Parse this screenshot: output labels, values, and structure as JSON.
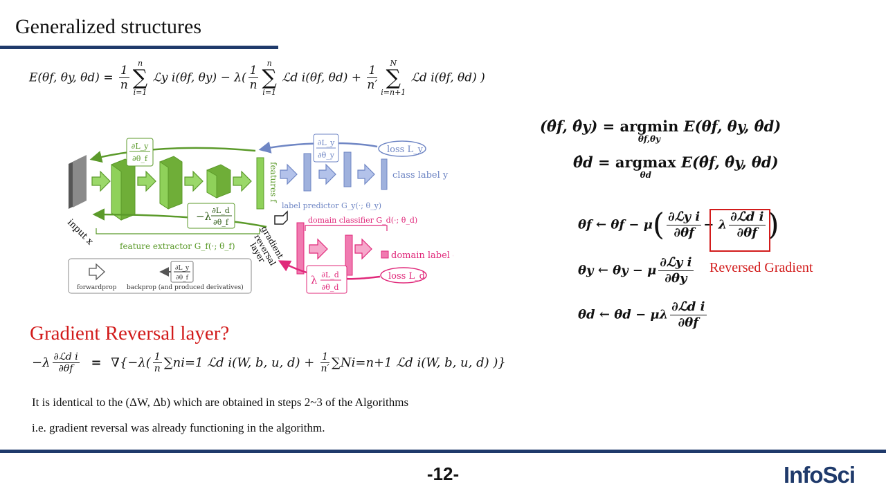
{
  "slide": {
    "title": "Generalized structures",
    "page_number": "-12-",
    "logo_text": "InfoSci",
    "accent_color": "#1f3a6b",
    "highlight_color": "#d21b1b"
  },
  "energy_eq": {
    "lhs": "E(θf, θy, θd) =",
    "t1_num": "1",
    "t1_den": "n",
    "t1_top": "n",
    "t1_bot": "i=1",
    "t1_term": "ℒy i(θf, θy)",
    "minus_lambda": "− λ(",
    "t2_num": "1",
    "t2_den": "n",
    "t2_top": "n",
    "t2_bot": "i=1",
    "t2_term": "ℒd i(θf, θd)",
    "plus": "+",
    "t3_num": "1",
    "t3_den": "n′",
    "t3_top": "N",
    "t3_bot": "i=n+1",
    "t3_term": "ℒd i(θf, θd) )"
  },
  "diagram": {
    "input_label": "input x",
    "features_label": "features f",
    "feature_extractor": "feature extractor G_f(·; θ_f)",
    "label_predictor": "label predictor G_y(·; θ_y)",
    "domain_classifier": "domain classifier G_d(·; θ_d)",
    "class_label": "class label y",
    "domain_label": "domain label d",
    "loss_y": "loss L_y",
    "loss_d": "loss L_d",
    "grl_label_1": "gradient",
    "grl_label_2": "reversal",
    "grl_label_3": "layer",
    "grad_y_theta_y_num": "∂L_y",
    "grad_y_theta_y_den": "∂θ_y",
    "grad_y_theta_f_num": "∂L_y",
    "grad_y_theta_f_den": "∂θ_f",
    "grad_d_theta_f_num": "∂L_d",
    "grad_d_theta_f_den": "∂θ_f",
    "grad_d_prefix": "−λ",
    "grad_d_theta_d_num": "∂L_d",
    "grad_d_theta_d_den": "∂θ_d",
    "grad_dd_prefix": "λ",
    "legend_forward": "forwardprop",
    "legend_backprop": "backprop (and produced derivatives)",
    "legend_grad_num": "∂L_y",
    "legend_grad_den": "∂θ_f",
    "colors": {
      "green": "#5b9a2a",
      "green_fill": "#8fd15a",
      "blue": "#6f86c4",
      "blue_fill": "#9fb1dd",
      "pink": "#e0287a",
      "pink_fill": "#f07ab0",
      "gray": "#6e6e6e"
    }
  },
  "grl_section": {
    "heading": "Gradient Reversal layer?",
    "lhs_prefix": "−λ",
    "lhs_num": "∂ℒd i",
    "lhs_den": "∂θf",
    "equals": "=",
    "rhs_start": "∇{−λ(",
    "rhs_f1_num": "1",
    "rhs_f1_den": "n",
    "rhs_sum1": "∑ni=1 ℒd i(W, b, u, d) +",
    "rhs_f2_num": "1",
    "rhs_f2_den": "n′",
    "rhs_sum2": "∑Ni=n+1 ℒd i(W, b, u, d) )}",
    "line1": "It is identical to the (ΔW, Δb) which are obtained in steps 2~3 of the Algorithms",
    "line2": "i.e.  gradient reversal was already functioning in the algorithm."
  },
  "optimization": {
    "eq1_lhs": "(θ̂f, θ̂y) =",
    "eq1_op": "argmin",
    "eq1_sub": "θf,θy",
    "eq1_rhs": "E(θf, θy, θ̂d)",
    "eq2_lhs": "θ̂d =",
    "eq2_op": "argmax",
    "eq2_sub": "θd",
    "eq2_rhs": "E(θ̂f, θ̂y, θd)"
  },
  "updates": {
    "f_lhs": "θf ← θf − μ",
    "f_n1": "∂ℒy i",
    "f_d1": "∂θf",
    "f_minus": "− λ",
    "f_n2": "∂ℒd i",
    "f_d2": "∂θf",
    "y_lhs": "θy ← θy − μ",
    "y_n": "∂ℒy i",
    "y_d": "∂θy",
    "d_lhs": "θd ← θd − μλ",
    "d_n": "∂ℒd i",
    "d_d": "∂θf",
    "reversed_label": "Reversed Gradient"
  }
}
